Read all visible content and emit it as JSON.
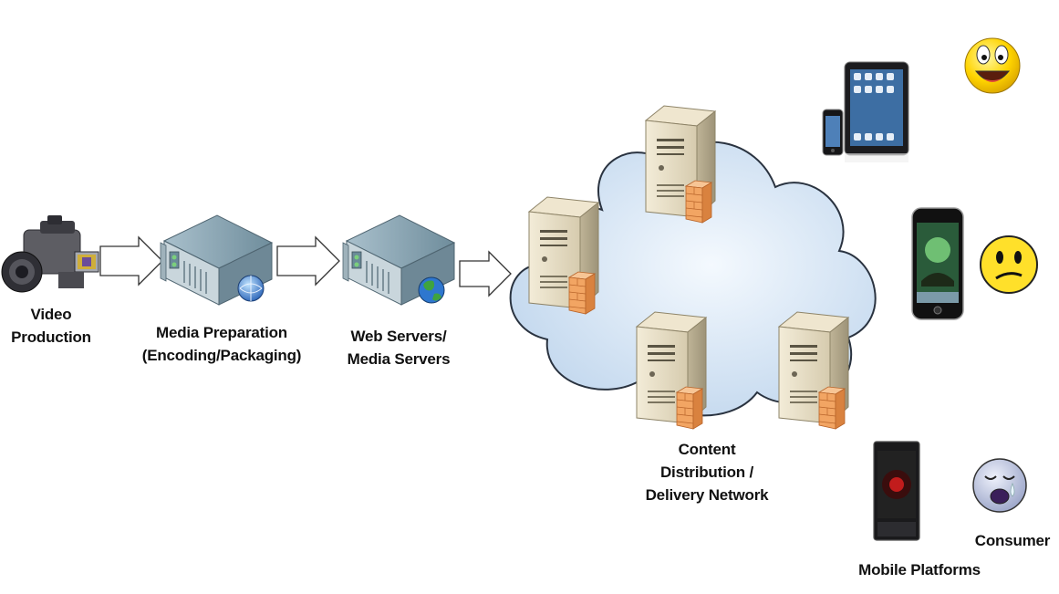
{
  "diagram": {
    "nodes": {
      "video_production": {
        "lines": [
          "Video",
          "Production"
        ],
        "icon": "camcorder-icon"
      },
      "media_preparation": {
        "lines": [
          "Media Preparation",
          "(Encoding/Packaging)"
        ],
        "icon": "encoding-server-icon"
      },
      "web_servers": {
        "lines": [
          "Web Servers/",
          "Media Servers"
        ],
        "icon": "web-server-icon"
      },
      "cdn": {
        "lines": [
          "Content",
          "Distribution /",
          "Delivery Network"
        ],
        "icon": "cloud-icon"
      },
      "mobile_platforms": {
        "label": "Mobile Platforms"
      },
      "consumer": {
        "label": "Consumer"
      }
    },
    "devices": [
      "ipad-icon",
      "iphone-icon",
      "android-phone-icon"
    ],
    "consumers": [
      "happy-face-icon",
      "neutral-face-icon",
      "crying-face-icon"
    ],
    "colors": {
      "cloud_fill": "#cfe1f3",
      "server_body": "#e6dcc2",
      "firewall": "#f0a766",
      "rack_server": "#8aa6b5",
      "smiley": "#ffd200"
    }
  }
}
